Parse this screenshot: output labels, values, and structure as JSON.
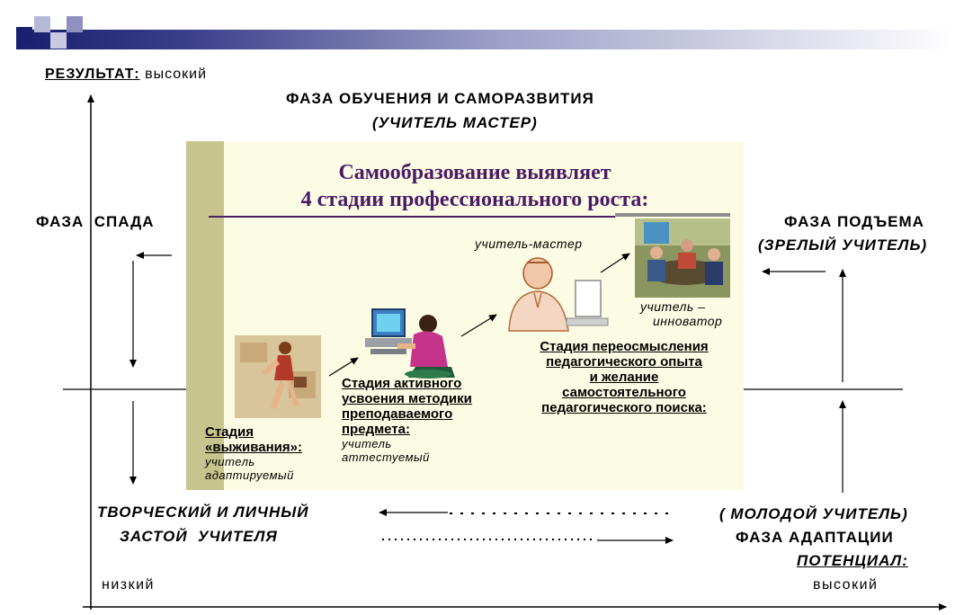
{
  "result_label": "РЕЗУЛЬТАТ:",
  "result_value": "высокий",
  "phase_top_title": "ФАЗА ОБУЧЕНИЯ И САМОРАЗВИТИЯ",
  "phase_top_sub": "(УЧИТЕЛЬ МАСТЕР)",
  "phase_left": "ФАЗА  СПАДА",
  "phase_right_title": "ФАЗА ПОДЪЕМА",
  "phase_right_sub": "(ЗРЕЛЫЙ УЧИТЕЛЬ)",
  "panel_title_line1": "Самообразование выявляет",
  "panel_title_line2": "4 стадии профессионального роста:",
  "master_label": "учитель-мастер",
  "innovator_label_line1": "учитель –",
  "innovator_label_line2": "инноватор",
  "stage1_line1": "Стадия",
  "stage1_line2": "«выживания»:",
  "stage1_sub_line1": "учитель",
  "stage1_sub_line2": "адаптируемый",
  "stage2_line1": "Стадия активного",
  "stage2_line2": "усвоения методики",
  "stage2_line3": "преподаваемого",
  "stage2_line4": "предмета:",
  "stage2_sub_line1": "учитель",
  "stage2_sub_line2": "аттестуемый",
  "stage3_line1": "Стадия переосмысления",
  "stage3_line2": "педагогического опыта",
  "stage3_line3": "и желание",
  "stage3_line4": "самостоятельного",
  "stage3_line5": "педагогического поиска:",
  "stagnation_line1": "ТВОРЧЕСКИЙ И ЛИЧНЫЙ",
  "stagnation_line2": "ЗАСТОЙ  УЧИТЕЛЯ",
  "young_teacher": "( МОЛОДОЙ УЧИТЕЛЬ)",
  "adaptation_phase": "ФАЗА АДАПТАЦИИ",
  "potential_label": "ПОТЕНЦИАЛ:",
  "potential_high": "высокий",
  "potential_low": "низкий",
  "colors": {
    "panel_bg": "#fcfce4",
    "panel_strip": "#c8c48e",
    "title_color": "#4a1a66",
    "header_bar_dark": "#1a1f6e"
  }
}
